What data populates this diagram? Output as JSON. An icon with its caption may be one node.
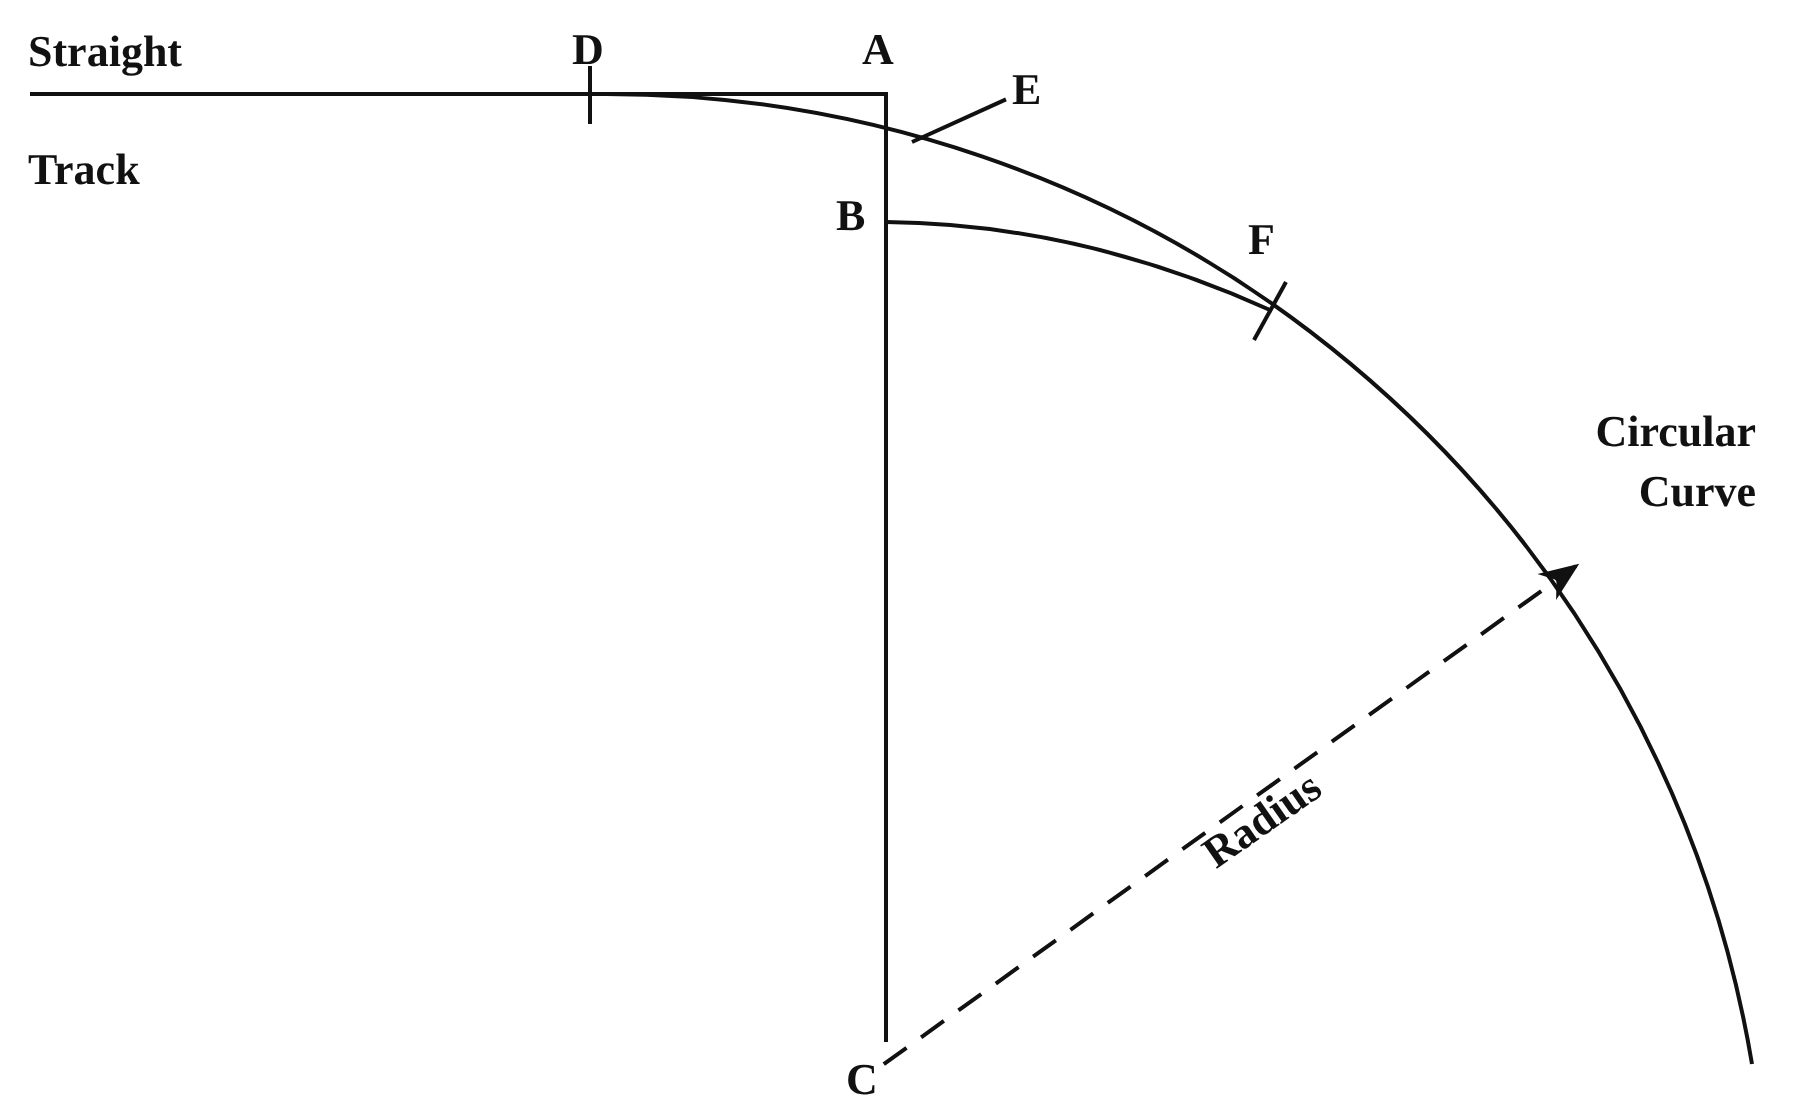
{
  "diagram": {
    "nodes": [
      {
        "text": [
          "C"
        ]
      },
      {
        "text": [
          "E"
        ]
      }
    ],
    "edges": [
      {
        "from": 0,
        "to": null,
        "arrow": "to",
        "style": "dashed",
        "label": "Radius"
      },
      {
        "from": 1,
        "to": null,
        "arrow": "none"
      }
    ],
    "labels": [
      "Straight",
      "Track",
      "D",
      "A",
      "B",
      "F",
      "Circular Curve"
    ]
  }
}
